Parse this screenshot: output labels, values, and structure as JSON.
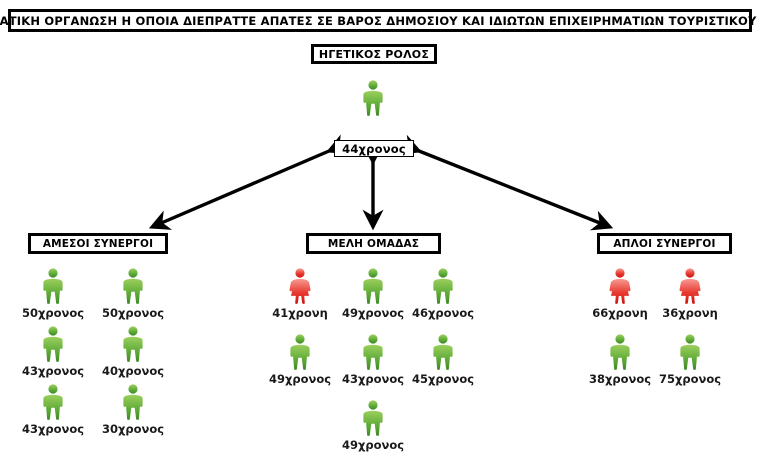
{
  "title": "ΕΓΚΛΗΜΑΤΙΚΗ ΟΡΓΑΝΩΣΗ Η ΟΠΟΙΑ ΔΙΕΠΡΑΤΤΕ ΑΠΑΤΕΣ ΣΕ ΒΑΡΟΣ ΔΗΜΟΣΙΟΥ ΚΑΙ ΙΔΙΩΤΩΝ ΕΠΙΧΕΙΡΗΜΑΤΙΩΝ ΤΟΥΡΙΣΤΙΚΟΥ ΚΛΑΔΟΥ",
  "colors": {
    "male": "#4a9d32",
    "male_light": "#8cc63f",
    "female": "#e02020",
    "female_light": "#f4706a",
    "border": "#000000",
    "background": "#ffffff"
  },
  "leader": {
    "role_label": "ΗΓΕΤΙΚΟΣ ΡΟΛΟΣ",
    "age_label": "44χρονος",
    "gender": "male"
  },
  "groups": [
    {
      "id": "direct-accomplices",
      "label": "ΑΜΕΣΟΙ ΣΥΝΕΡΓΟΙ",
      "members": [
        {
          "age_label": "50χρονος",
          "gender": "male"
        },
        {
          "age_label": "50χρονος",
          "gender": "male"
        },
        {
          "age_label": "43χρονος",
          "gender": "male"
        },
        {
          "age_label": "40χρονος",
          "gender": "male"
        },
        {
          "age_label": "43χρονος",
          "gender": "male"
        },
        {
          "age_label": "30χρονος",
          "gender": "male"
        }
      ]
    },
    {
      "id": "group-members",
      "label": "ΜΕΛΗ ΟΜΑΔΑΣ",
      "members": [
        {
          "age_label": "41χρονη",
          "gender": "female"
        },
        {
          "age_label": "49χρονος",
          "gender": "male"
        },
        {
          "age_label": "46χρονος",
          "gender": "male"
        },
        {
          "age_label": "49χρονος",
          "gender": "male"
        },
        {
          "age_label": "43χρονος",
          "gender": "male"
        },
        {
          "age_label": "45χρονος",
          "gender": "male"
        },
        {
          "age_label": "49χρονος",
          "gender": "male"
        }
      ]
    },
    {
      "id": "simple-accomplices",
      "label": "ΑΠΛΟΙ ΣΥΝΕΡΓΟΙ",
      "members": [
        {
          "age_label": "66χρονη",
          "gender": "female"
        },
        {
          "age_label": "36χρονη",
          "gender": "female"
        },
        {
          "age_label": "38χρονος",
          "gender": "male"
        },
        {
          "age_label": "75χρονος",
          "gender": "male"
        }
      ]
    }
  ],
  "connections": [
    {
      "from": "leader",
      "to": "direct-accomplices",
      "style": "double-headed-arrow"
    },
    {
      "from": "leader",
      "to": "group-members",
      "style": "double-headed-arrow"
    },
    {
      "from": "leader",
      "to": "simple-accomplices",
      "style": "double-headed-arrow"
    }
  ]
}
